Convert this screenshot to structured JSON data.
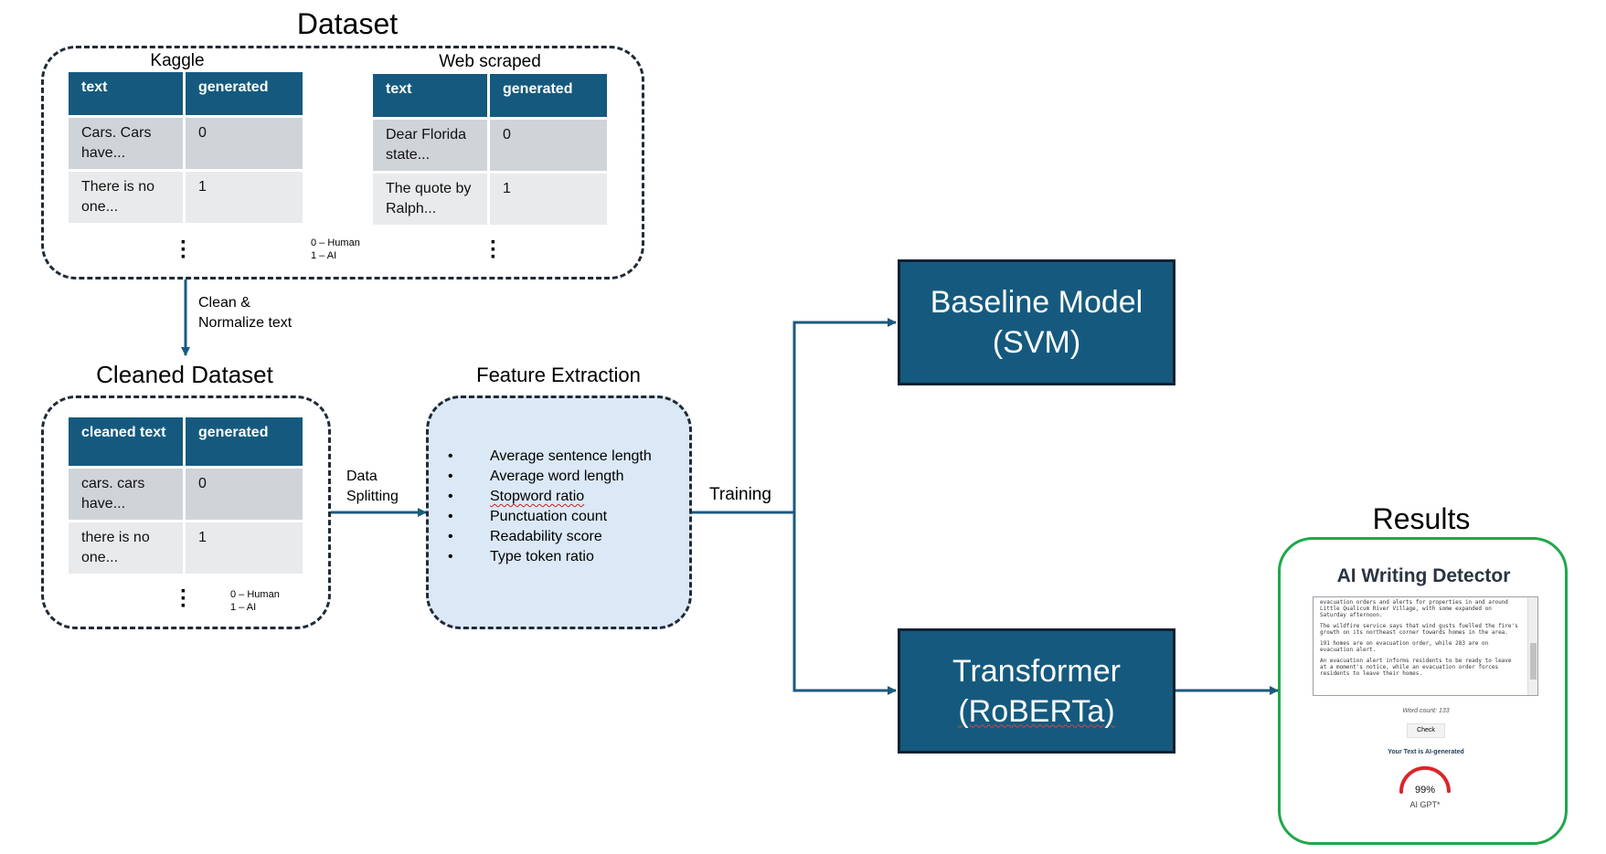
{
  "dataset": {
    "title": "Dataset",
    "kaggle": {
      "label": "Kaggle",
      "headers": [
        "text",
        "generated"
      ],
      "rows": [
        [
          "Cars. Cars have...",
          "0"
        ],
        [
          "There is no one...",
          "1"
        ]
      ]
    },
    "web": {
      "label": "Web scraped",
      "headers": [
        "text",
        "generated"
      ],
      "rows": [
        [
          "Dear Florida state...",
          "0"
        ],
        [
          "The quote by Ralph...",
          "1"
        ]
      ]
    },
    "legend": [
      "0 – Human",
      "1 – AI"
    ]
  },
  "clean_step": {
    "label": "Clean & Normalize text"
  },
  "cleaned": {
    "title": "Cleaned Dataset",
    "headers": [
      "cleaned text",
      "generated"
    ],
    "rows": [
      [
        "cars. cars have...",
        "0"
      ],
      [
        "there is no one...",
        "1"
      ]
    ],
    "legend": [
      "0 – Human",
      "1 – AI"
    ]
  },
  "split_step": {
    "label": "Data Splitting"
  },
  "features": {
    "title": "Feature Extraction",
    "items": [
      "Average sentence length",
      "Average word length",
      "Stopword ratio",
      "Punctuation count",
      "Readability score",
      "Type token ratio"
    ]
  },
  "training_step": {
    "label": "Training"
  },
  "baseline": {
    "line1": "Baseline Model",
    "line2": "(SVM)"
  },
  "transformer": {
    "line1": "Transformer",
    "line2": "(RoBERTa)"
  },
  "results": {
    "title": "Results",
    "app_title": "AI Writing Detector",
    "paragraphs": [
      "evacuation orders and alerts for properties in and around Little Qualicum River Village, with some expanded on Saturday afternoon.",
      "The wildfire service says that wind gusts fuelled the fire's growth on its northeast corner towards homes in the area.",
      "191 homes are on evacuation order, while 283 are on evacuation alert.",
      "An evacuation alert informs residents to be ready to leave at a moment's notice, while an evacuation order forces residents to leave their homes."
    ],
    "word_count": "Word count: 133",
    "check_label": "Check",
    "verdict": "Your Text is AI-generated",
    "percent": "99%",
    "percent_value": 0.99,
    "model_label": "AI GPT*",
    "gauge_color": "#d9262b"
  },
  "colors": {
    "header_fill": "#155a7e",
    "arrow": "#1b5a80",
    "results_border": "#1fa84a",
    "feature_fill": "#dbe8f5"
  }
}
